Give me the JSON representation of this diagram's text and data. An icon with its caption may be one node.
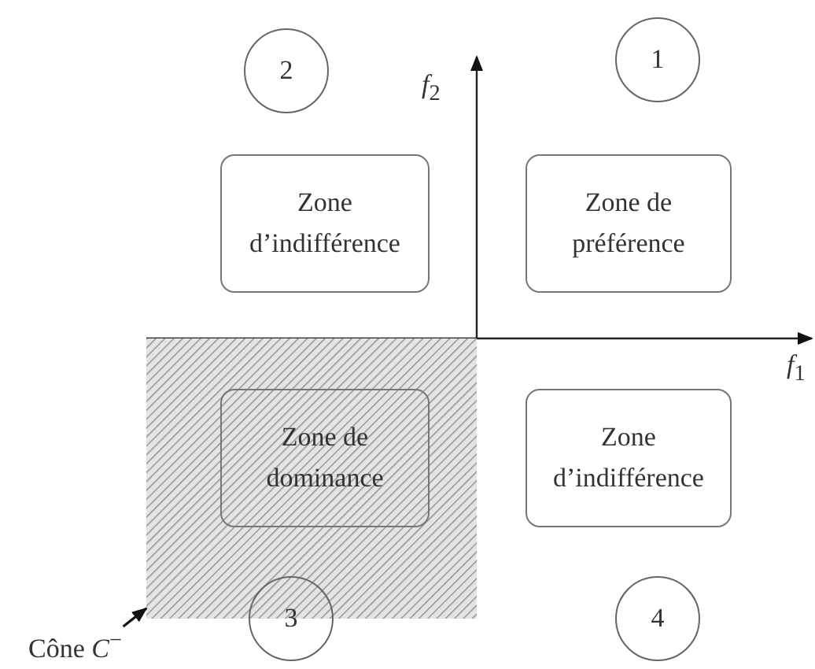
{
  "diagram": {
    "nodes": [
      {
        "text": [
          "2"
        ]
      },
      {
        "text": [
          "1"
        ]
      },
      {
        "text": [
          "Zone d’indifférence"
        ]
      },
      {
        "text": [
          "Zone de préférence"
        ]
      },
      {
        "text": [],
        "shape": "box"
      },
      {
        "text": [
          "Zone de dominance"
        ],
        "in": 4
      },
      {
        "text": [
          "Zone d’indifférence"
        ]
      },
      {
        "text": [
          "3"
        ]
      },
      {
        "text": [
          "4"
        ]
      },
      {
        "text": [
          "Cône *C*$^{−}$"
        ]
      }
    ],
    "edges": [
      {
        "from": 9,
        "to": 4,
        "arrow": "to"
      }
    ],
    "labels": [
      "*f*$_{2}$",
      "*f*$_{1}$"
    ]
  }
}
